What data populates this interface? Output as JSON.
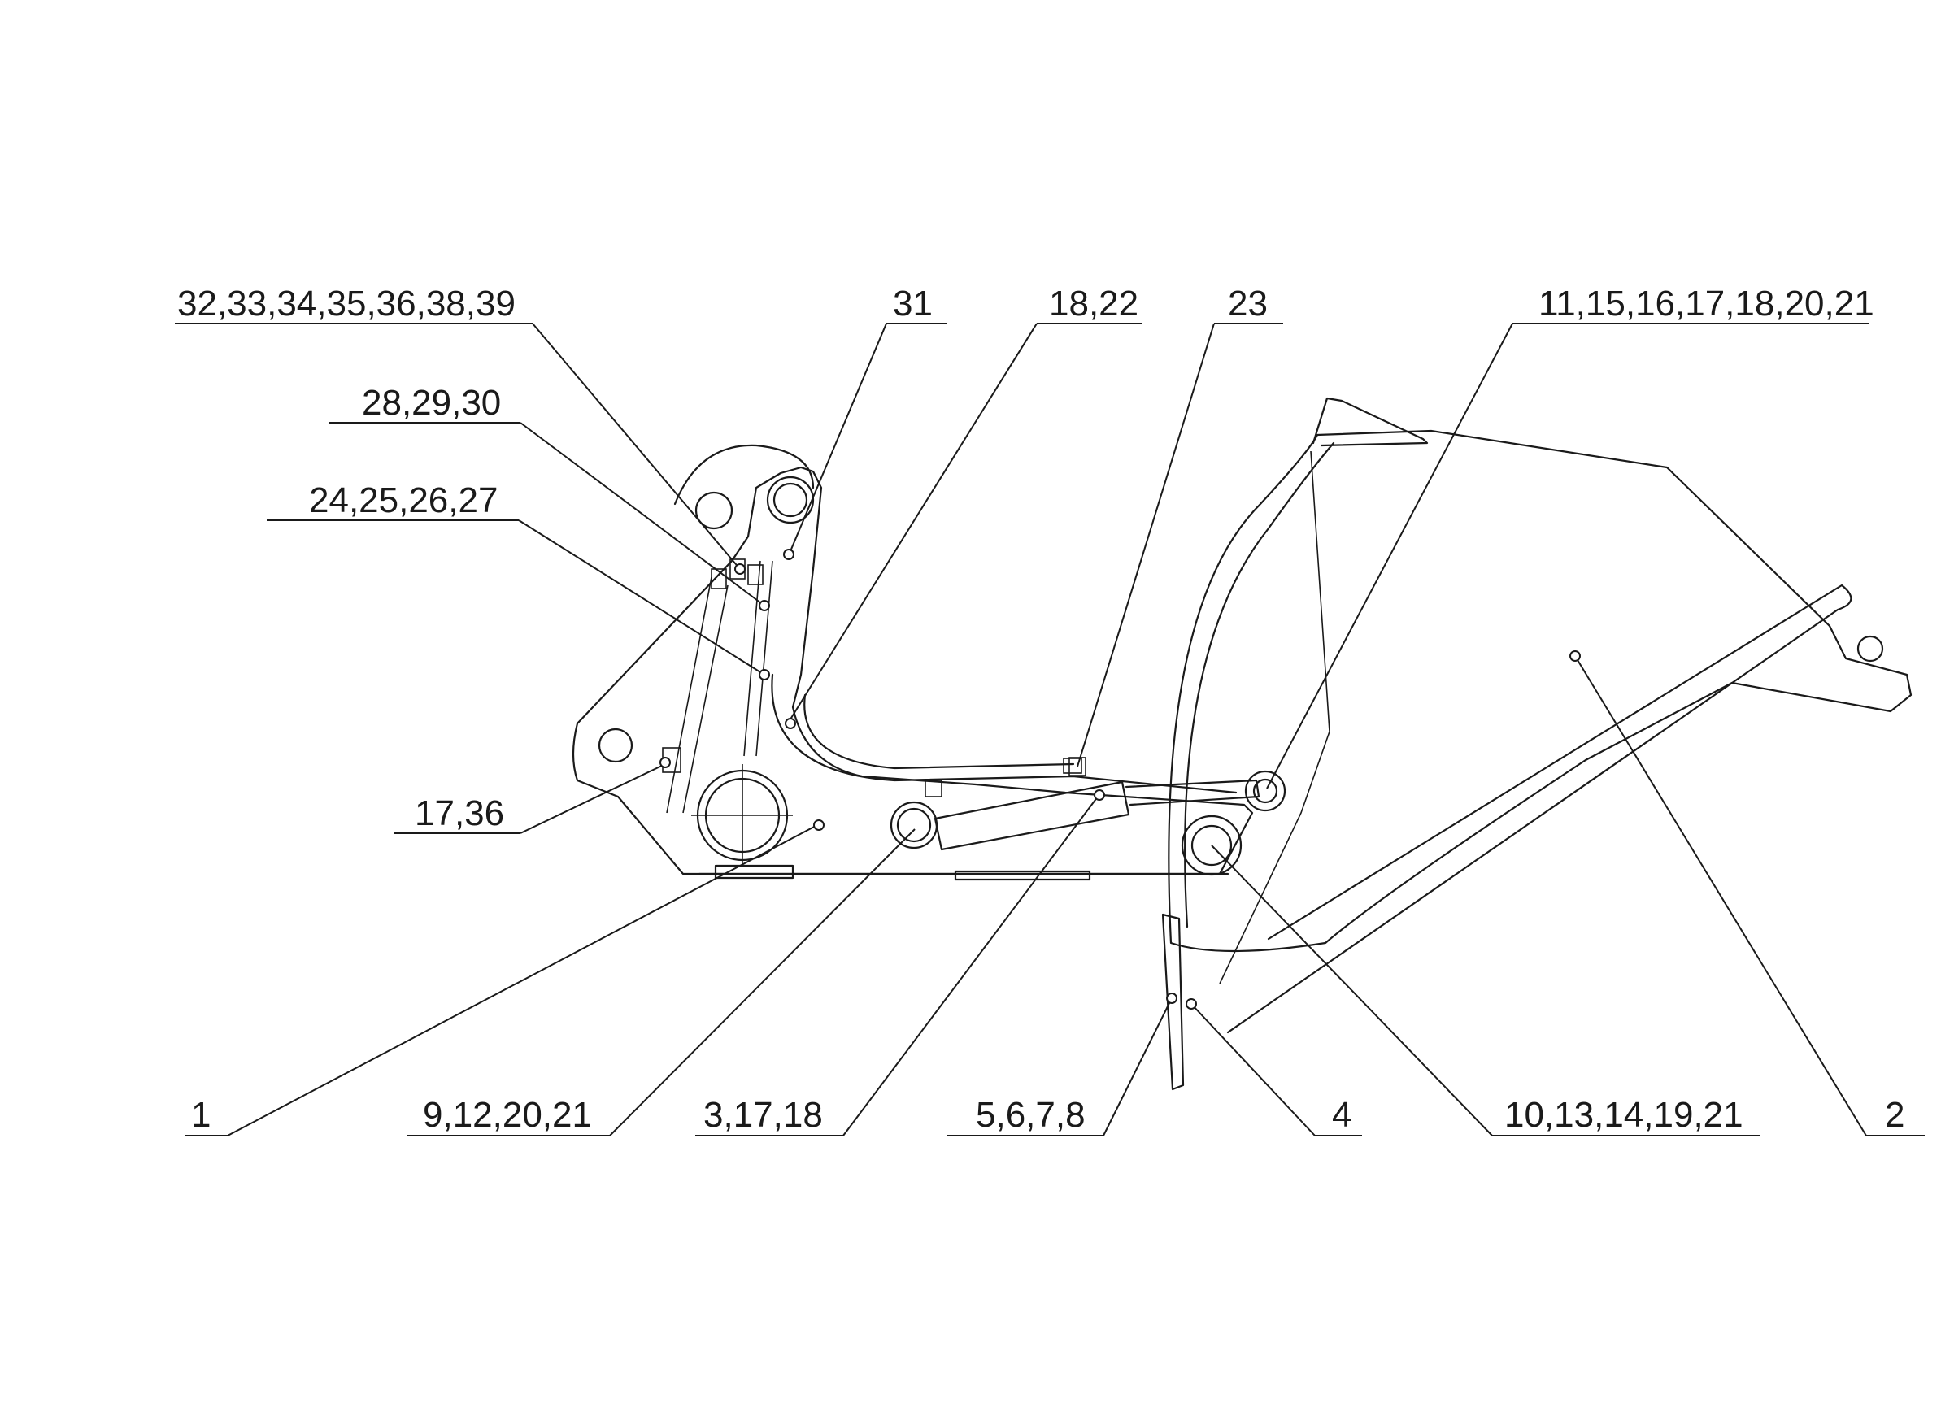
{
  "callouts": [
    {
      "id": "c32",
      "label": "32,33,34,35,36,38,39"
    },
    {
      "id": "c31",
      "label": "31"
    },
    {
      "id": "c1822",
      "label": "18,22"
    },
    {
      "id": "c23",
      "label": "23"
    },
    {
      "id": "c11",
      "label": "11,15,16,17,18,20,21"
    },
    {
      "id": "c28",
      "label": "28,29,30"
    },
    {
      "id": "c24",
      "label": "24,25,26,27"
    },
    {
      "id": "c1736",
      "label": "17,36"
    },
    {
      "id": "c1",
      "label": "1"
    },
    {
      "id": "c9",
      "label": "9,12,20,21"
    },
    {
      "id": "c3",
      "label": "3,17,18"
    },
    {
      "id": "c5",
      "label": "5,6,7,8"
    },
    {
      "id": "c4",
      "label": "4"
    },
    {
      "id": "c10",
      "label": "10,13,14,19,21"
    },
    {
      "id": "c2",
      "label": "2"
    }
  ]
}
